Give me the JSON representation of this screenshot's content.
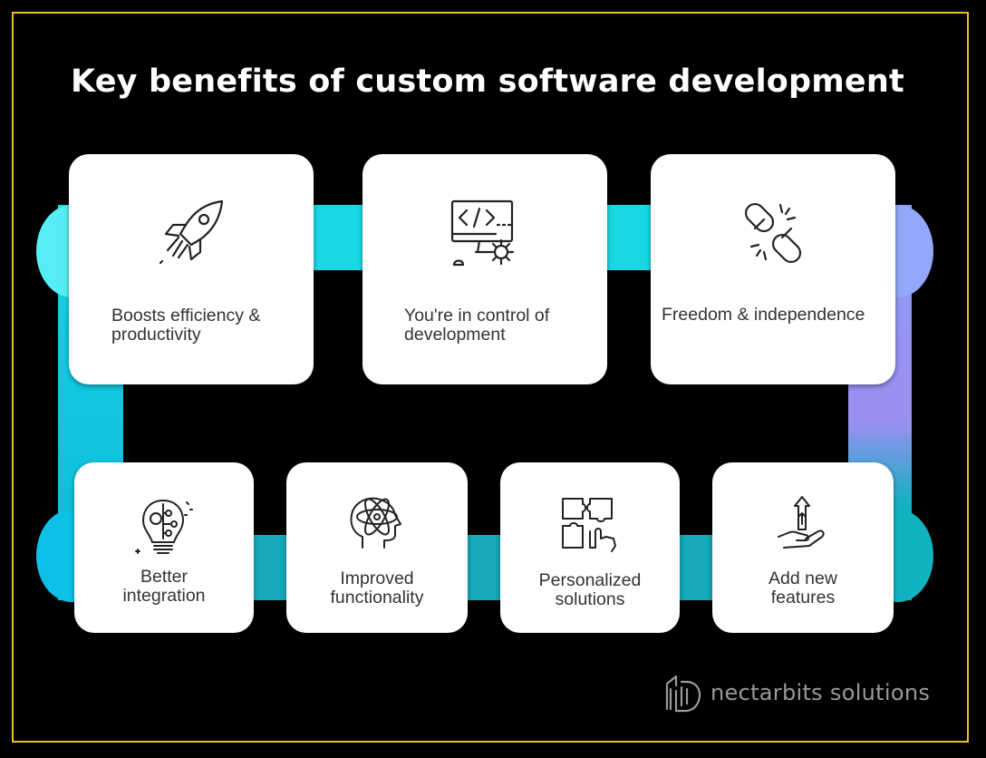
{
  "title": "Key benefits of custom software development",
  "benefits": [
    {
      "label": "Boosts efficiency & productivity",
      "icon": "rocket-icon"
    },
    {
      "label": "You're in control of development",
      "icon": "code-monitor-gear-icon"
    },
    {
      "label": "Freedom & independence",
      "icon": "broken-chain-icon"
    },
    {
      "label": "Better integration",
      "icon": "lightbulb-circuit-icon"
    },
    {
      "label": "Improved functionality",
      "icon": "head-atom-icon"
    },
    {
      "label": "Personalized solutions",
      "icon": "puzzle-hand-icon"
    },
    {
      "label": "Add new features",
      "icon": "hand-up-arrow-icon"
    }
  ],
  "brand": {
    "name": "nectarbits  solutions"
  },
  "colors": {
    "frame": "#e8c21e",
    "connector": "#19d3df",
    "card": "#ffffff",
    "text": "#333333"
  }
}
